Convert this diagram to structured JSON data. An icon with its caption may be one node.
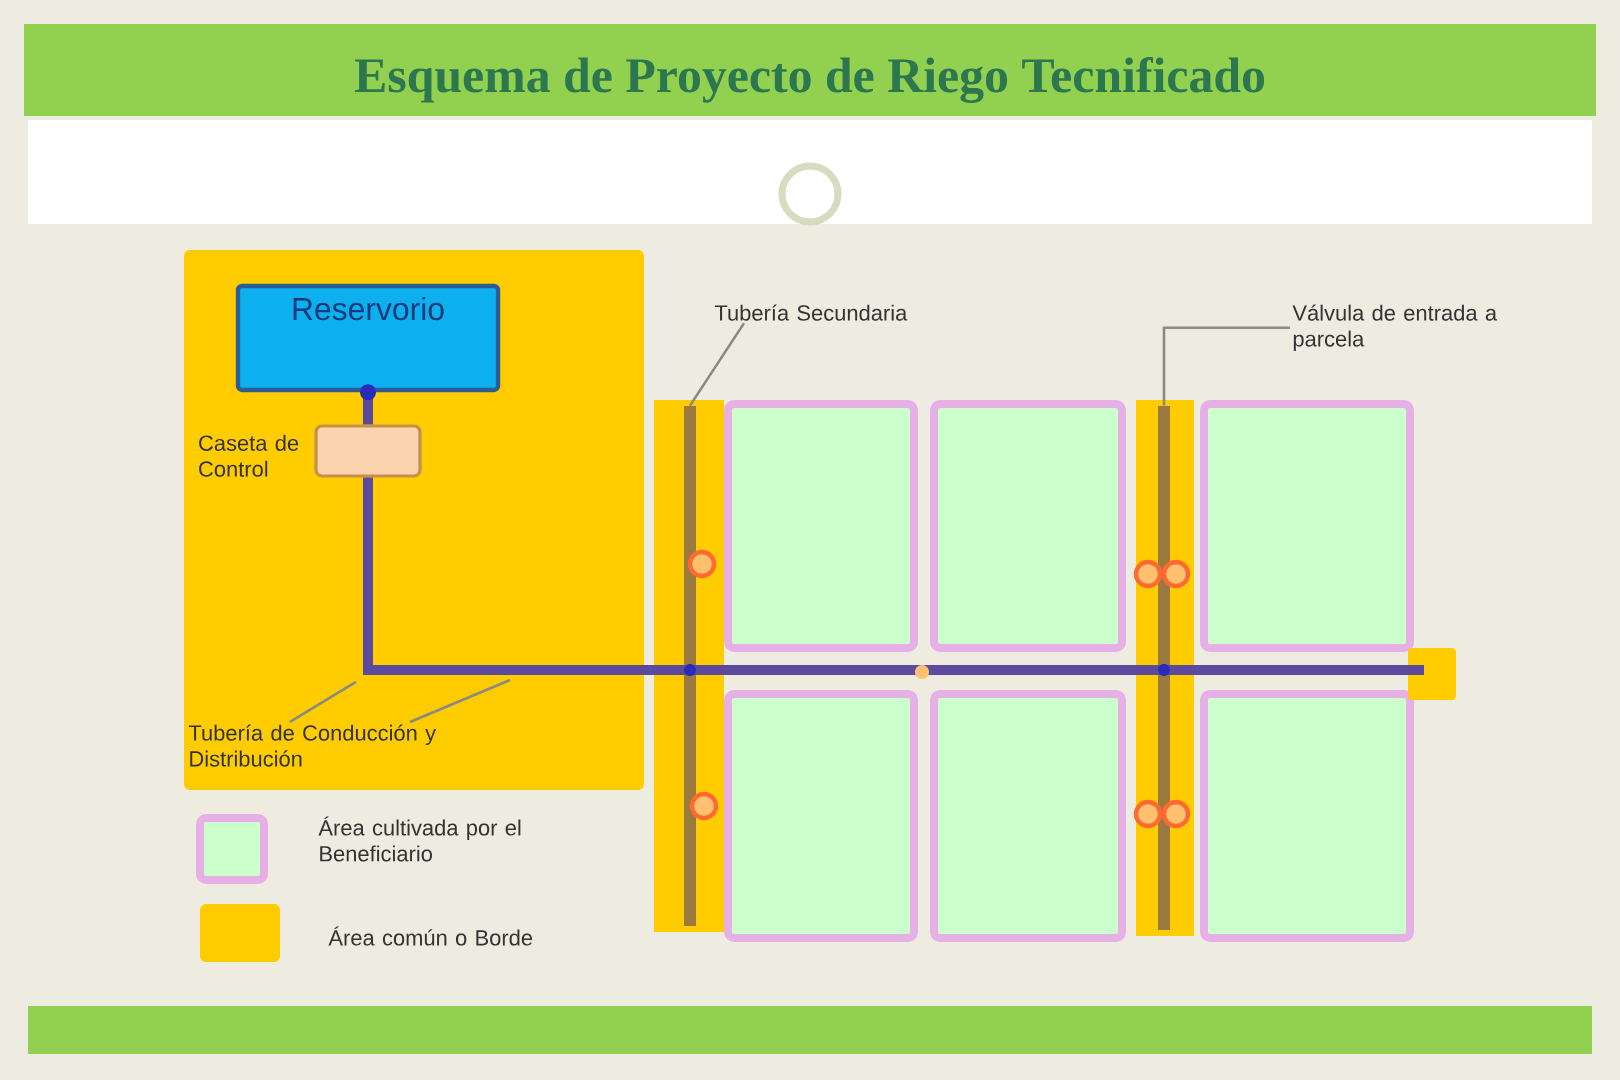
{
  "diagram": {
    "title": "Esquema de Proyecto de Riego Tecnificado",
    "nodes": [
      {
        "text": [],
        "shape": "box"
      },
      {
        "text": [
          "Reservorio"
        ],
        "in": 0
      },
      {
        "text": [],
        "shape": "box",
        "in": 0,
        "beside": [
          "Caseta de Control"
        ]
      },
      {
        "text": [
          "Tubería de Conducción y Distribución"
        ],
        "in": 0
      },
      {
        "text": [
          "Tubería Secundaria"
        ]
      },
      {
        "text": [
          "Válvula de entrada a parcela"
        ]
      },
      {
        "text": [],
        "shape": "bar"
      },
      {
        "text": [],
        "shape": "bar",
        "in": 6
      },
      {
        "text": [],
        "shape": "bar"
      },
      {
        "text": [],
        "shape": "bar",
        "in": 8
      },
      {
        "text": [],
        "shape": "box"
      },
      {
        "text": [],
        "shape": "box"
      },
      {
        "text": [],
        "shape": "box"
      },
      {
        "text": [],
        "shape": "box"
      },
      {
        "text": [],
        "shape": "box"
      },
      {
        "text": [],
        "shape": "box"
      }
    ],
    "edges": [
      {
        "from": 1,
        "to": 2,
        "arrow": "other",
        "style": "thick",
        "color": "#5b4a9e"
      },
      {
        "from": 2,
        "to": null,
        "arrow": "none",
        "style": "thick",
        "color": "#5b4a9e"
      },
      {
        "from": 3,
        "to": null,
        "arrow": "none"
      },
      {
        "from": 3,
        "to": null,
        "arrow": "none"
      },
      {
        "from": 4,
        "to": 7,
        "arrow": "none"
      },
      {
        "from": 5,
        "to": 9,
        "arrow": "none"
      }
    ],
    "legend": [
      {
        "text": "Área cultivada por el Beneficiario",
        "color": "#ccffcc"
      },
      {
        "text": "Área común o Borde",
        "color": "#ffcc00"
      }
    ]
  }
}
